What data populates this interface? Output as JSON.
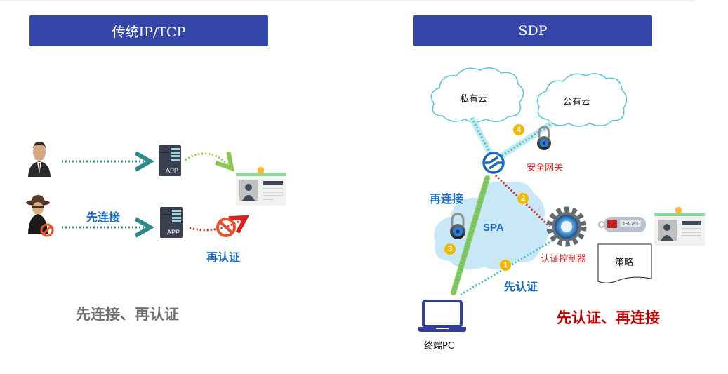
{
  "left_panel": {
    "title": "传统IP/TCP",
    "connect_first_label": "先连接",
    "auth_later_label": "再认证",
    "app_label": "APP",
    "slogan": "先连接、再认证"
  },
  "right_panel": {
    "title": "SDP",
    "private_cloud": "私有云",
    "public_cloud": "公有云",
    "gateway_label": "安全网关",
    "reconnect_label": "再连接",
    "spa_label": "SPA",
    "controller_label": "认证控制器",
    "policy_label": "策略",
    "auth_first_label": "先认证",
    "terminal_label": "终端PC",
    "slogan": "先认证、再连接",
    "steps": [
      "1",
      "2",
      "3",
      "4"
    ],
    "token_display": "151 753"
  },
  "colors": {
    "banner": "#3446a8",
    "teal_dots": "#2e8b8b",
    "green_dots": "#8cc84b",
    "red_dots": "#e02020",
    "cyan_dots": "#3cc0c8",
    "spa_cloud": "#c8e8f8",
    "badge": "#f5b800",
    "slogan_red": "#c00000",
    "slogan_gray": "#707070",
    "label_blue": "#1a6cc0"
  }
}
